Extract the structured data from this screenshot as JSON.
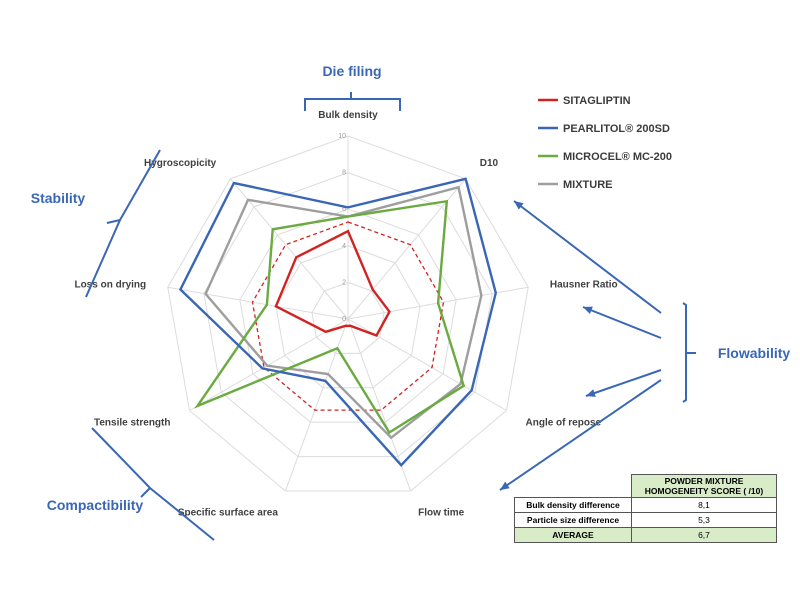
{
  "chart_data": {
    "type": "radar",
    "axes": [
      "Bulk density",
      "D10",
      "Hausner Ratio",
      "Angle of repose",
      "Flow time",
      "Specific surface area",
      "Tensile strength",
      "Loss on drying",
      "Hygroscopicity"
    ],
    "rlim": [
      0,
      10
    ],
    "ticks": [
      "0",
      "2",
      "4",
      "6",
      "8",
      "10"
    ],
    "series": [
      {
        "name": "SITAGLIPTIN",
        "color": "#d22222",
        "values": [
          4.8,
          2.1,
          2.3,
          1.8,
          0.4,
          0.4,
          1.4,
          4.0,
          4.4
        ]
      },
      {
        "name": "PEARLITOL® 200SD",
        "color": "#3a67b5",
        "values": [
          6.1,
          10.0,
          8.2,
          7.8,
          8.5,
          3.6,
          5.4,
          9.3,
          9.7
        ]
      },
      {
        "name": "MICROCEL® MC-200",
        "color": "#6aaa40",
        "values": [
          5.6,
          8.4,
          5.0,
          7.3,
          6.6,
          1.7,
          9.5,
          4.5,
          6.4
        ]
      },
      {
        "name": "MIXTURE",
        "color": "#9e9e9e",
        "values": [
          5.6,
          9.4,
          7.4,
          7.1,
          6.9,
          3.2,
          5.1,
          7.9,
          8.5
        ]
      }
    ],
    "reference": {
      "label": "",
      "color": "#d22222",
      "style": "dashed",
      "value": 5.3
    },
    "groups": [
      {
        "label": "Die filing",
        "axes": [
          "Bulk density"
        ]
      },
      {
        "label": "Stability",
        "axes": [
          "Hygroscopicity",
          "Loss on drying"
        ]
      },
      {
        "label": "Flowability",
        "axes": [
          "D10",
          "Hausner Ratio",
          "Angle of repose",
          "Flow time"
        ]
      },
      {
        "label": "Compactibility",
        "axes": [
          "Tensile strength",
          "Specific surface area"
        ]
      }
    ],
    "legend_position": "top-right"
  },
  "table": {
    "header": "POWDER MIXTURE HOMOGENEITY SCORE ( /10)",
    "rows": [
      {
        "label": "Bulk density difference",
        "value": "8,1"
      },
      {
        "label": "Particle size difference",
        "value": "5,3"
      },
      {
        "label": "AVERAGE",
        "value": "6,7"
      }
    ]
  }
}
